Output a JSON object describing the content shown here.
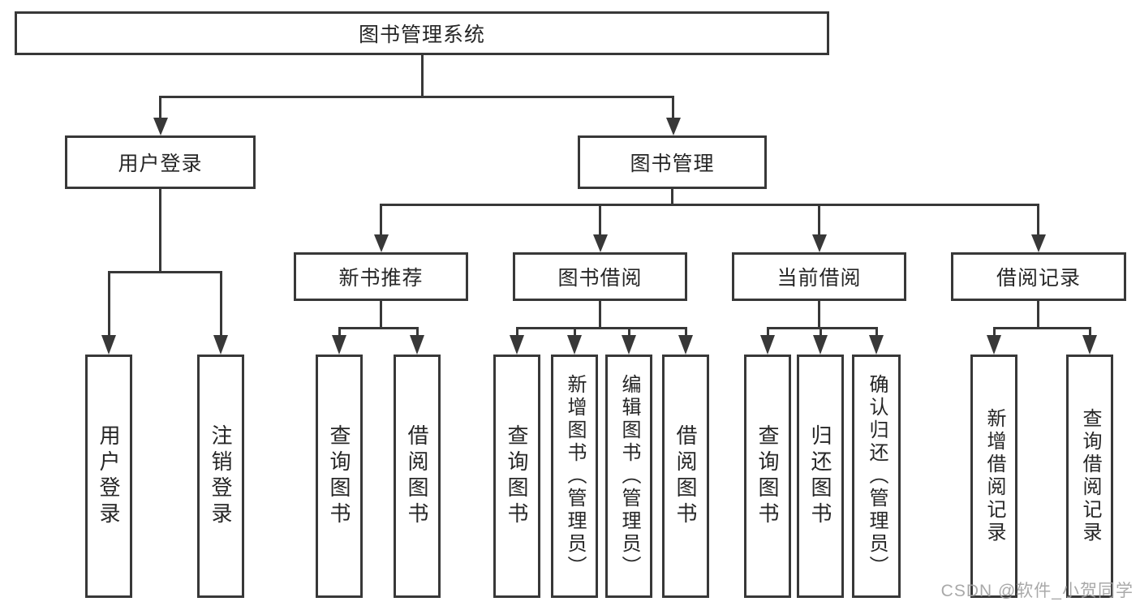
{
  "diagram": {
    "root": "图书管理系统",
    "level2": {
      "user_login": "用户登录",
      "book_management": "图书管理"
    },
    "modules": [
      {
        "label": "新书推荐"
      },
      {
        "label": "图书借阅"
      },
      {
        "label": "当前借阅"
      },
      {
        "label": "借阅记录"
      }
    ],
    "leaves": {
      "login": [
        "用户登录",
        "注销登录"
      ],
      "recommend": [
        "查询图书",
        "借阅图书"
      ],
      "borrow": [
        "查询图书",
        "新增图书（管理员）",
        "编辑图书（管理员）",
        "借阅图书"
      ],
      "current": [
        "查询图书",
        "归还图书",
        "确认归还（管理员）"
      ],
      "records": [
        "新增借阅记录",
        "查询借阅记录"
      ]
    }
  },
  "watermark": {
    "text": "CSDN @软件_小贺同学"
  },
  "colors": {
    "line": "#383838",
    "text": "#262626",
    "background": "#ffffff",
    "watermark": "#a2a2a2"
  }
}
